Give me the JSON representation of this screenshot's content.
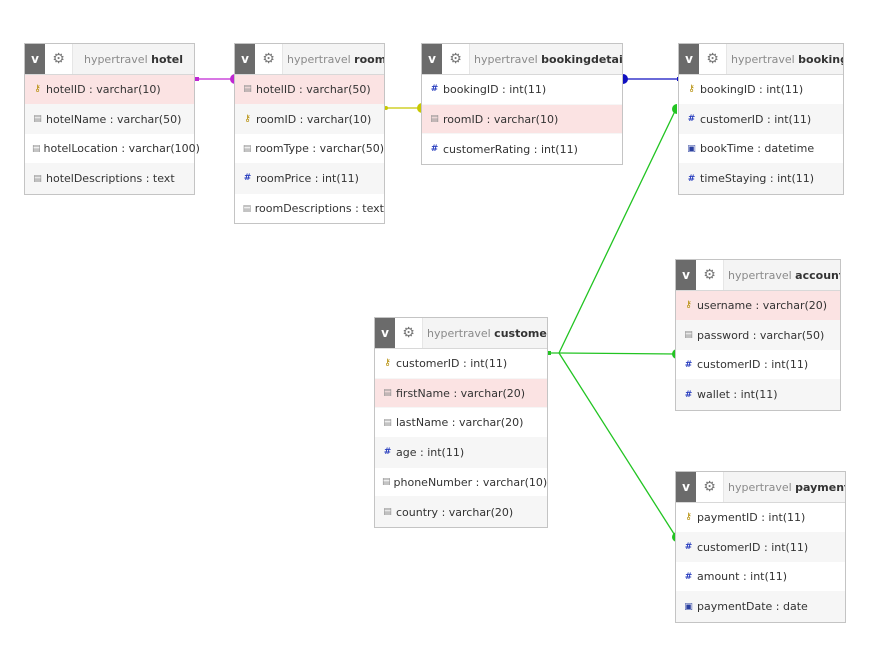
{
  "tables": {
    "hotel": {
      "db": "hypertravel",
      "name": "hotel",
      "fields": [
        {
          "text": "hotelID : varchar(10)",
          "icon": "key-icon",
          "hl": true
        },
        {
          "text": "hotelName : varchar(50)",
          "icon": "string-icon"
        },
        {
          "text": "hotelLocation : varchar(100)",
          "icon": "string-icon"
        },
        {
          "text": "hotelDescriptions : text",
          "icon": "string-icon"
        }
      ]
    },
    "room": {
      "db": "hypertravel",
      "name": "room",
      "fields": [
        {
          "text": "hotelID : varchar(50)",
          "icon": "string-icon",
          "hl": true
        },
        {
          "text": "roomID : varchar(10)",
          "icon": "key-icon"
        },
        {
          "text": "roomType : varchar(50)",
          "icon": "string-icon"
        },
        {
          "text": "roomPrice : int(11)",
          "icon": "number-icon"
        },
        {
          "text": "roomDescriptions : text",
          "icon": "string-icon"
        }
      ]
    },
    "bookingdetails": {
      "db": "hypertravel",
      "name": "bookingdetails",
      "fields": [
        {
          "text": "bookingID : int(11)",
          "icon": "number-icon"
        },
        {
          "text": "roomID : varchar(10)",
          "icon": "string-icon",
          "hl": true
        },
        {
          "text": "customerRating : int(11)",
          "icon": "number-icon"
        }
      ]
    },
    "booking": {
      "db": "hypertravel",
      "name": "booking",
      "fields": [
        {
          "text": "bookingID : int(11)",
          "icon": "key-icon"
        },
        {
          "text": "customerID : int(11)",
          "icon": "number-icon"
        },
        {
          "text": "bookTime : datetime",
          "icon": "date-icon"
        },
        {
          "text": "timeStaying : int(11)",
          "icon": "number-icon"
        }
      ]
    },
    "account": {
      "db": "hypertravel",
      "name": "account",
      "fields": [
        {
          "text": "username : varchar(20)",
          "icon": "key-icon",
          "hl": true
        },
        {
          "text": "password : varchar(50)",
          "icon": "string-icon"
        },
        {
          "text": "customerID : int(11)",
          "icon": "number-icon"
        },
        {
          "text": "wallet : int(11)",
          "icon": "number-icon"
        }
      ]
    },
    "customer": {
      "db": "hypertravel",
      "name": "customer",
      "fields": [
        {
          "text": "customerID : int(11)",
          "icon": "key-icon"
        },
        {
          "text": "firstName : varchar(20)",
          "icon": "string-icon",
          "hl": true
        },
        {
          "text": "lastName : varchar(20)",
          "icon": "string-icon"
        },
        {
          "text": "age : int(11)",
          "icon": "number-icon"
        },
        {
          "text": "phoneNumber : varchar(10)",
          "icon": "string-icon"
        },
        {
          "text": "country : varchar(20)",
          "icon": "string-icon"
        }
      ]
    },
    "payment": {
      "db": "hypertravel",
      "name": "payment",
      "fields": [
        {
          "text": "paymentID : int(11)",
          "icon": "key-icon"
        },
        {
          "text": "customerID : int(11)",
          "icon": "number-icon"
        },
        {
          "text": "amount : int(11)",
          "icon": "number-icon"
        },
        {
          "text": "paymentDate : date",
          "icon": "date-icon"
        }
      ]
    }
  },
  "ui": {
    "collapse_label": "v"
  },
  "relation_colors": {
    "hotel_room": "#c026d3",
    "room_bookingdetails": "#c8c800",
    "bookingdetails_booking": "#1010c0",
    "customer_links": "#22c422"
  }
}
